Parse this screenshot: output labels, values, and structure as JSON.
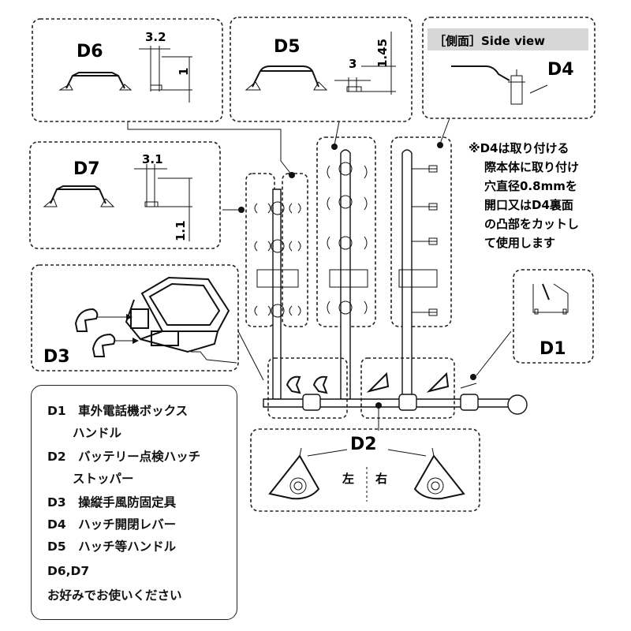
{
  "labels": {
    "d1": "D1",
    "d2": "D2",
    "d3": "D3",
    "d4": "D4",
    "d5": "D5",
    "d6": "D6",
    "d7": "D7"
  },
  "dimensions": {
    "d6_width": "3.2",
    "d6_height": "1",
    "d5_width": "3",
    "d5_height": "1.45",
    "d7_width": "3.1",
    "d7_height": "1.1"
  },
  "side_view": {
    "title": "［側面］Side view"
  },
  "note": {
    "lines": [
      "※D4は取り付ける",
      "際本体に取り付け",
      "穴直径0.8mmを",
      "開口又はD4裏面",
      "の凸部をカットし",
      "て使用します"
    ]
  },
  "d2_sides": {
    "left": "左",
    "right": "右"
  },
  "legend": {
    "rows": [
      {
        "code": "D1",
        "text": "車外電話機ボックス"
      },
      {
        "code": "",
        "text": "ハンドル"
      },
      {
        "code": "D2",
        "text": "バッテリー点検ハッチ"
      },
      {
        "code": "",
        "text": "ストッパー"
      },
      {
        "code": "D3",
        "text": "操縦手風防固定具"
      },
      {
        "code": "D4",
        "text": "ハッチ開閉レバー"
      },
      {
        "code": "D5",
        "text": "ハッチ等ハンドル"
      },
      {
        "code": "",
        "text": "D6,D7"
      },
      {
        "code": "",
        "text": "お好みでお使いください"
      }
    ]
  }
}
